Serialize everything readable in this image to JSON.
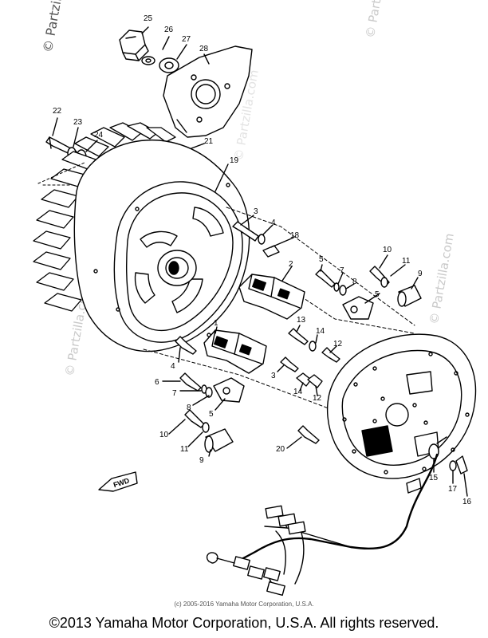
{
  "watermark": "© Partzilla.com",
  "caption": "(c) 2005-2016 Yamaha Motor Corporation, U.S.A.",
  "copyright": "©2013 Yamaha Motor Corporation, U.S.A. All rights reserved.",
  "fwd_label": "FWD",
  "callouts": [
    "25",
    "26",
    "27",
    "28",
    "22",
    "23",
    "24",
    "21",
    "19",
    "3",
    "4",
    "18",
    "2",
    "5",
    "7",
    "8",
    "10",
    "11",
    "9",
    "5",
    "1",
    "4",
    "3",
    "13",
    "14",
    "12",
    "3",
    "14",
    "12",
    "6",
    "7",
    "8",
    "5",
    "10",
    "11",
    "9",
    "20",
    "15",
    "17",
    "16"
  ]
}
